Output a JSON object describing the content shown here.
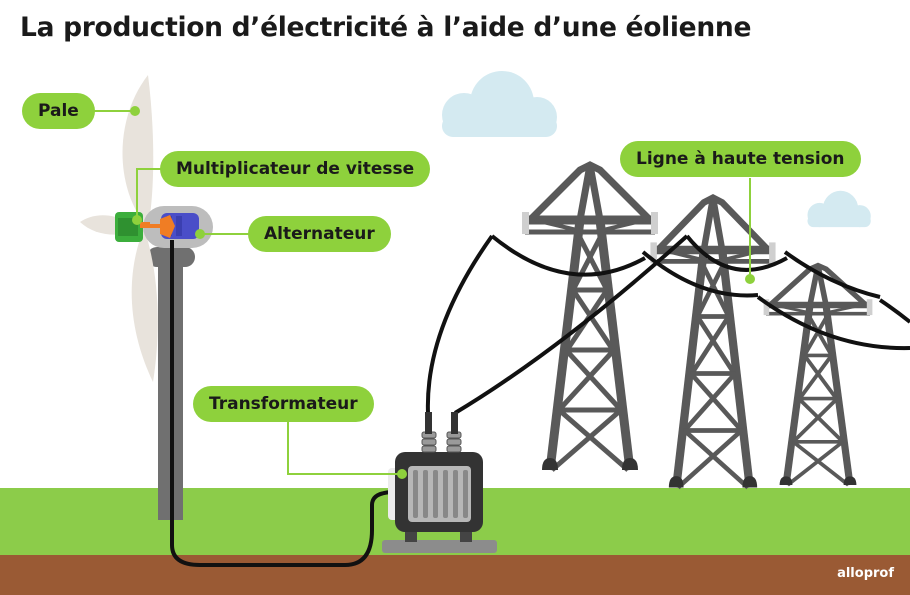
{
  "title": "La production d’électricité à l’aide d’une éolienne",
  "labels": {
    "pale": "Pale",
    "multiplicateur": "Multiplicateur de vitesse",
    "alternateur": "Alternateur",
    "transformateur": "Transformateur",
    "ligne": "Ligne à haute tension"
  },
  "brand": "alloprof",
  "colors": {
    "label_green": "#8ed13c",
    "ground": "#8ccc4a",
    "soil": "#9a5a34",
    "sky_cloud": "#d4eaf1",
    "tower": "#595959",
    "blade": "#e8e3dc"
  }
}
